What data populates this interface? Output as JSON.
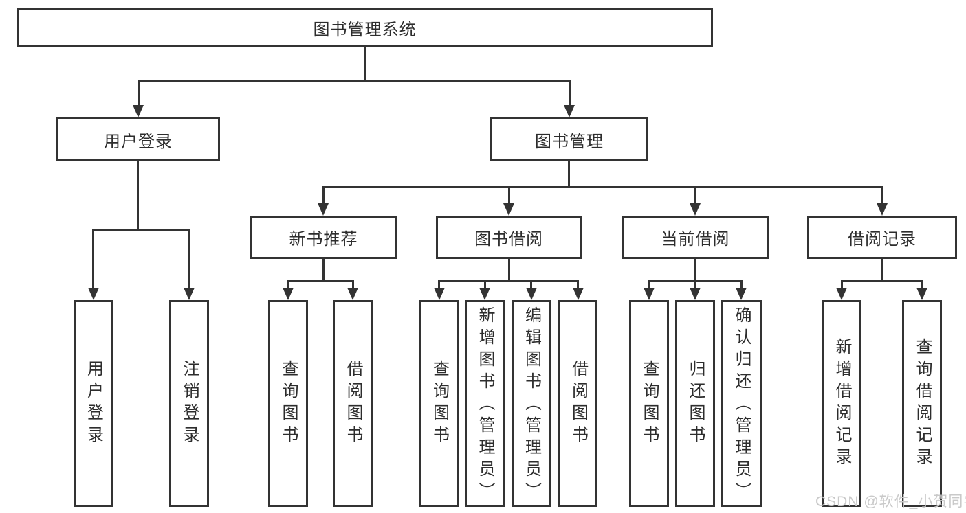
{
  "page": {
    "background": "#ffffff",
    "line_color": "#333333",
    "text_color": "#2d2d2d",
    "watermark_color": "#c9c9c9"
  },
  "watermark": {
    "text": "CSDN @软件_小贺同学"
  },
  "tree": {
    "root": {
      "label": "图书管理系统"
    },
    "level2": [
      {
        "label": "用户登录"
      },
      {
        "label": "图书管理"
      }
    ],
    "user_children": [
      {
        "label": "用户登录"
      },
      {
        "label": "注销登录"
      }
    ],
    "level3": [
      {
        "label": "新书推荐"
      },
      {
        "label": "图书借阅"
      },
      {
        "label": "当前借阅"
      },
      {
        "label": "借阅记录"
      }
    ],
    "new_book_children": [
      {
        "label": "查询图书"
      },
      {
        "label": "借阅图书"
      }
    ],
    "borrow_children": [
      {
        "label": "查询图书"
      },
      {
        "label": "新增图书（管理员）"
      },
      {
        "label": "编辑图书（管理员）"
      },
      {
        "label": "借阅图书"
      }
    ],
    "current_children": [
      {
        "label": "查询图书"
      },
      {
        "label": "归还图书"
      },
      {
        "label": "确认归还（管理员）"
      }
    ],
    "record_children": [
      {
        "label": "新增借阅记录"
      },
      {
        "label": "查询借阅记录"
      }
    ]
  }
}
